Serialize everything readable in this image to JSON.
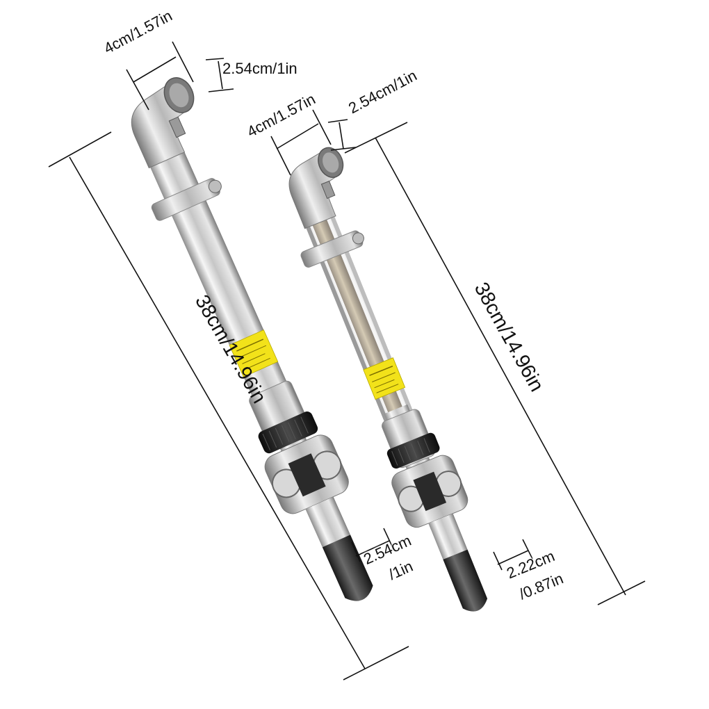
{
  "product": {
    "left_rod": {
      "top_width": "4cm/1.57in",
      "top_height": "2.54cm/1in",
      "length": "38cm/14.96in",
      "tip_line1": "2.54cm",
      "tip_line2": "/1in"
    },
    "right_rod": {
      "top_width": "4cm/1.57in",
      "top_height": "2.54cm/1in",
      "length": "38cm/14.96in",
      "tip_line1": "2.22cm",
      "tip_line2": "/0.87in"
    }
  },
  "colors": {
    "metal_light": "#f4f4f4",
    "metal_mid": "#c9c9c9",
    "metal_dark": "#8a8a8a",
    "label_yellow": "#f2e21a",
    "knob_black": "#1b1b1b",
    "tip_rubber": "#3a3a3a",
    "dimension_line": "#111111"
  }
}
